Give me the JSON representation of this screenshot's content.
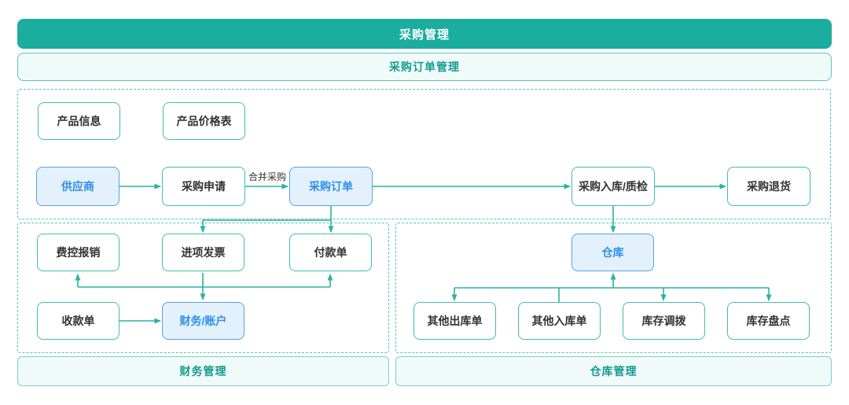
{
  "header": {
    "title": "采购管理",
    "subtitle": "采购订单管理"
  },
  "sections": {
    "finance_label": "财务管理",
    "warehouse_label": "仓库管理"
  },
  "nodes": {
    "product_info": "产品信息",
    "price_list": "产品价格表",
    "supplier": "供应商",
    "purchase_request": "采购申请",
    "purchase_order": "采购订单",
    "inbound_qc": "采购入库/质检",
    "purchase_return": "采购退货",
    "expense_reimburse": "费控报销",
    "input_invoice": "进项发票",
    "payment_slip": "付款单",
    "receipt_slip": "收款单",
    "finance_account": "财务/账户",
    "warehouse": "仓库",
    "other_outbound": "其他出库单",
    "other_inbound": "其他入库单",
    "stock_transfer": "库存调拨",
    "stock_count": "库存盘点"
  },
  "edge_labels": {
    "merge_purchase": "合并采购"
  },
  "colors": {
    "banner_teal": "#1BAD9E",
    "line_teal": "#2AB3A3",
    "dashed_border": "#55C3B7",
    "section_text": "#149C90",
    "node_border_teal": "#44BCAE",
    "node_text": "#333333",
    "blue_border": "#55A0EA",
    "blue_bg": "#E3F1FC",
    "blue_text": "#2E8FE8"
  }
}
